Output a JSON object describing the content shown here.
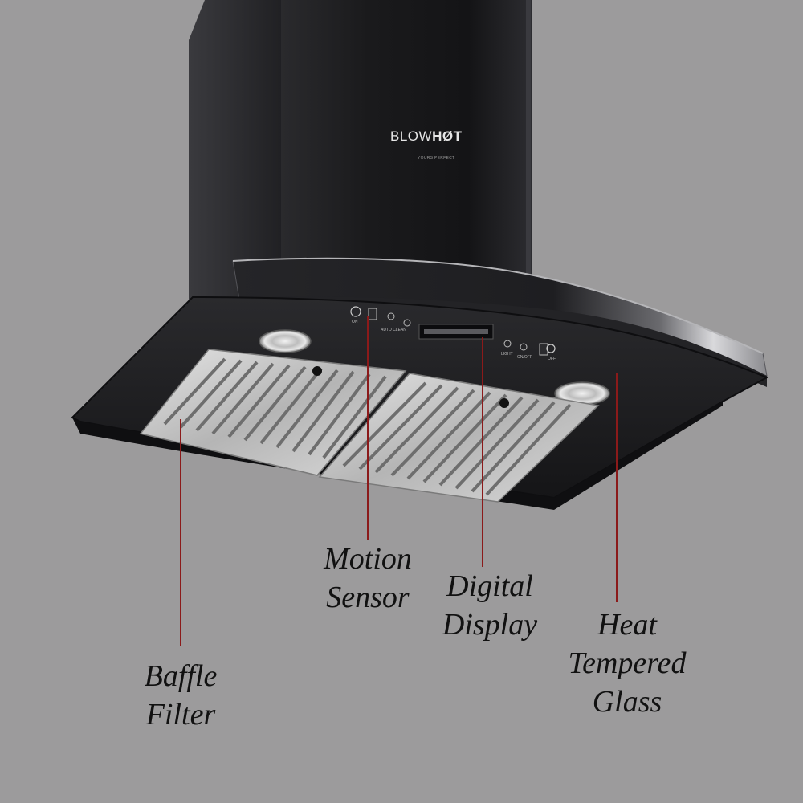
{
  "product": {
    "brand_light": "BLOW",
    "brand_bold": "HØT",
    "brand_tagline": "YOURS PERFECT",
    "control_labels": {
      "on": "ON",
      "auto_clean": "AUTO CLEAN",
      "light": "LIGHT",
      "on_off": "ON/OFF",
      "off": "OFF"
    }
  },
  "callouts": {
    "motion_sensor": {
      "line1": "Motion",
      "line2": "Sensor"
    },
    "digital_display": {
      "line1": "Digital",
      "line2": "Display"
    },
    "baffle_filter": {
      "line1": "Baffle",
      "line2": "Filter"
    },
    "heat_tempered_glass": {
      "line1": "Heat",
      "line2": "Tempered",
      "line3": "Glass"
    }
  },
  "colors": {
    "background": "#9c9b9c",
    "hood_body": "#1b1b1d",
    "callout_line": "#8b1a1a",
    "filter_steel": "#cfcfcf"
  }
}
